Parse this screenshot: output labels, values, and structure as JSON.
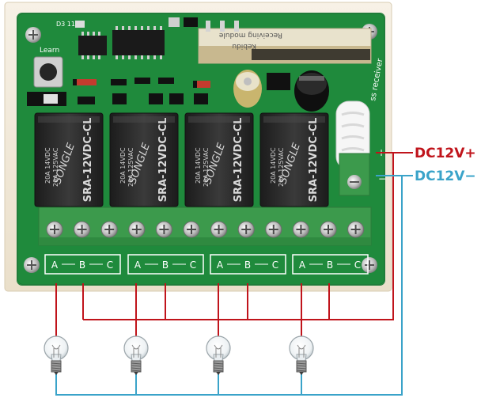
{
  "board": {
    "module_line1": "Kebidu",
    "module_line2": "Receiving module",
    "side_label": "ss receiver",
    "learn_label": "Learn",
    "chip_label": "D3 11",
    "plus_label": "+",
    "minus_label": "−"
  },
  "relays": [
    {
      "brand": "SONGLE",
      "model": "SRA-12VDC-CL",
      "spec1": "20A 14VDC",
      "spec2": "20A 125VAC"
    },
    {
      "brand": "SONGLE",
      "model": "SRA-12VDC-CL",
      "spec1": "20A 14VDC",
      "spec2": "20A 125VAC"
    },
    {
      "brand": "SONGLE",
      "model": "SRA-12VDC-CL",
      "spec1": "20A 14VDC",
      "spec2": "20A 125VAC"
    },
    {
      "brand": "SONGLE",
      "model": "SRA-12VDC-CL",
      "spec1": "20A 14VDC",
      "spec2": "20A 125VAC"
    }
  ],
  "terminals": [
    {
      "a": "A",
      "b": "B",
      "c": "C"
    },
    {
      "a": "A",
      "b": "B",
      "c": "C"
    },
    {
      "a": "A",
      "b": "B",
      "c": "C"
    },
    {
      "a": "A",
      "b": "B",
      "c": "C"
    }
  ],
  "power": {
    "positive_label": "DC12V+",
    "negative_label": "DC12V−",
    "positive_color": "#c0141b",
    "negative_color": "#3aa3c9"
  },
  "colors": {
    "pcb": "#1f8a3c",
    "pcb_dark": "#156b2d",
    "relay": "#2b2b2b",
    "terminal": "#3c9a4c",
    "case": "#f3ecde"
  },
  "loads": [
    {
      "icon": "light-bulb-icon"
    },
    {
      "icon": "light-bulb-icon"
    },
    {
      "icon": "light-bulb-icon"
    },
    {
      "icon": "light-bulb-icon"
    }
  ]
}
